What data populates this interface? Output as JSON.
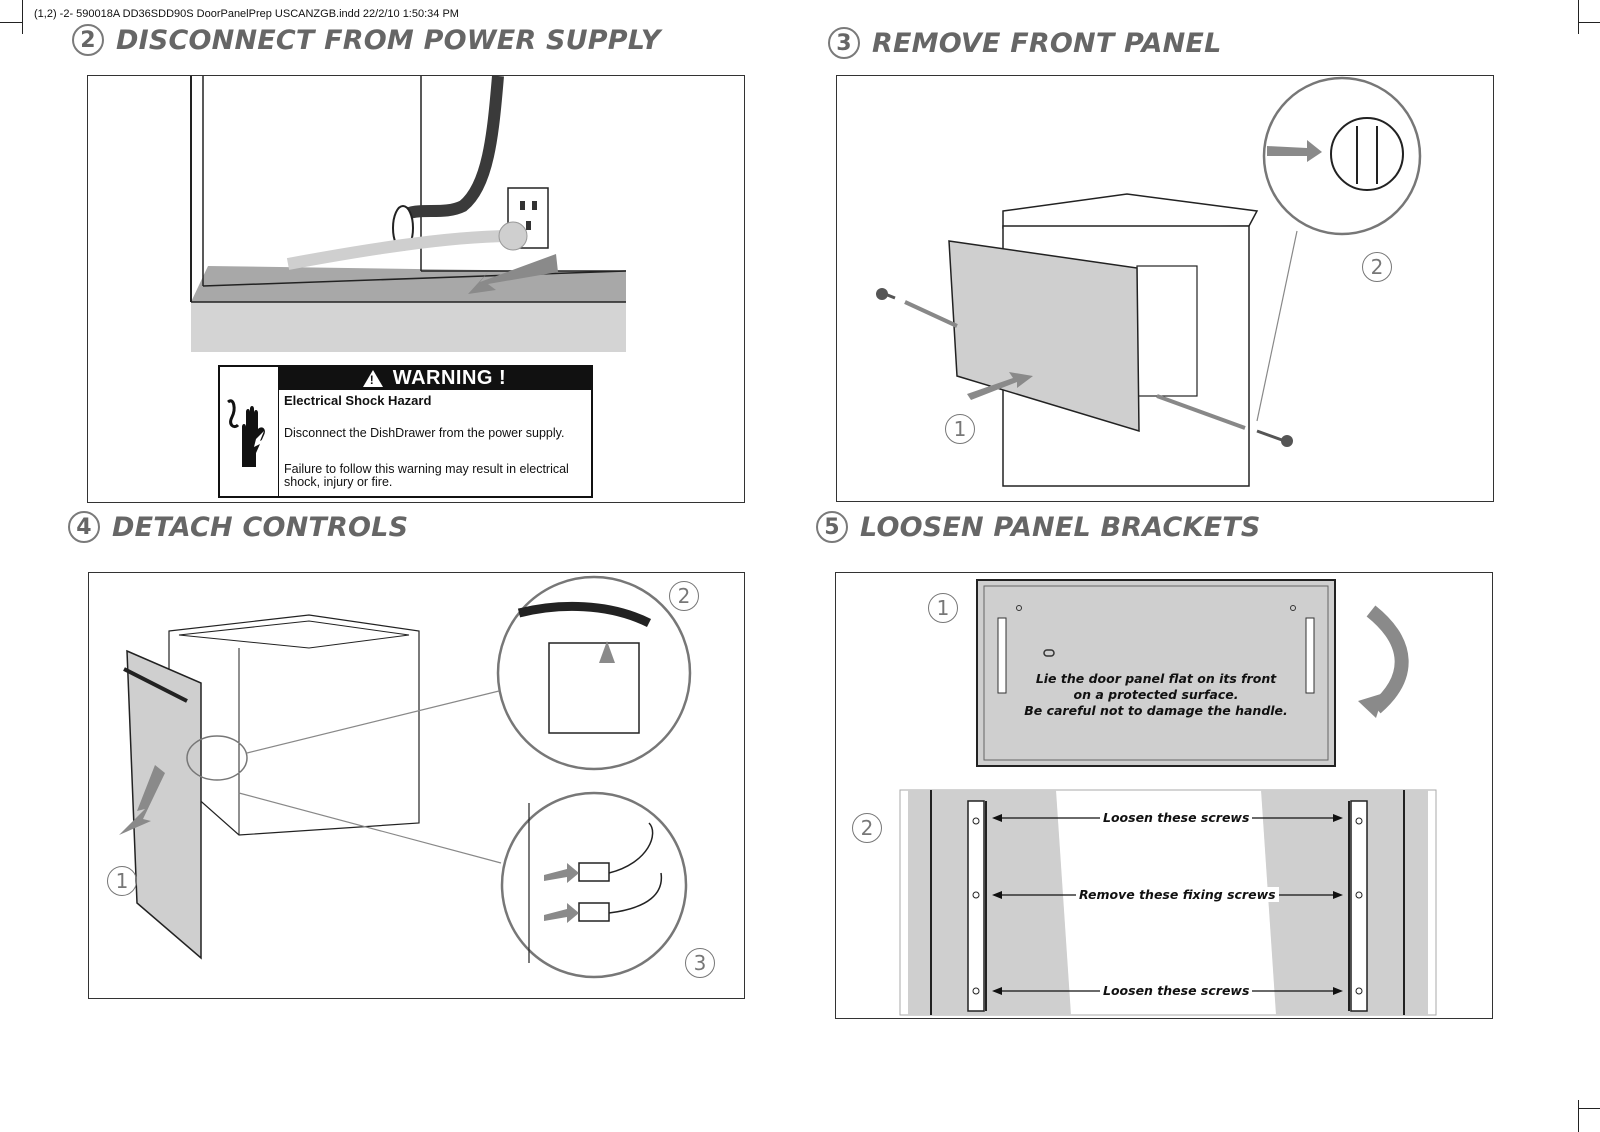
{
  "file_header": "(1,2)  -2- 590018A DD36SDD90S DoorPanelPrep USCANZGB.indd 22/2/10 1:50:34 PM",
  "steps": {
    "s2": {
      "number": "2",
      "title": "DISCONNECT FROM POWER SUPPLY"
    },
    "s3": {
      "number": "3",
      "title": "REMOVE FRONT PANEL",
      "callouts": [
        "1",
        "2"
      ]
    },
    "s4": {
      "number": "4",
      "title": "DETACH CONTROLS",
      "callouts": [
        "1",
        "2",
        "3"
      ]
    },
    "s5": {
      "number": "5",
      "title": "LOOSEN PANEL BRACKETS",
      "callouts": [
        "1",
        "2"
      ]
    }
  },
  "warning": {
    "banner": "WARNING !",
    "heading": "Electrical Shock Hazard",
    "line1": "Disconnect the DishDrawer from the power supply.",
    "line2": "Failure to follow this warning may result in electrical shock, injury or fire.",
    "icon": "electric-shock-hand-icon"
  },
  "panel_note": {
    "line1": "Lie the door panel flat on its front",
    "line2": "on a protected surface.",
    "line3": "Be careful not to damage the handle."
  },
  "bracket_labels": {
    "top": "Loosen these screws",
    "middle": "Remove these fixing screws",
    "bottom": "Loosen these screws"
  },
  "colors": {
    "title_gray": "#666666",
    "illustration_gray": "#cfcfcf",
    "dark": "#222222"
  }
}
